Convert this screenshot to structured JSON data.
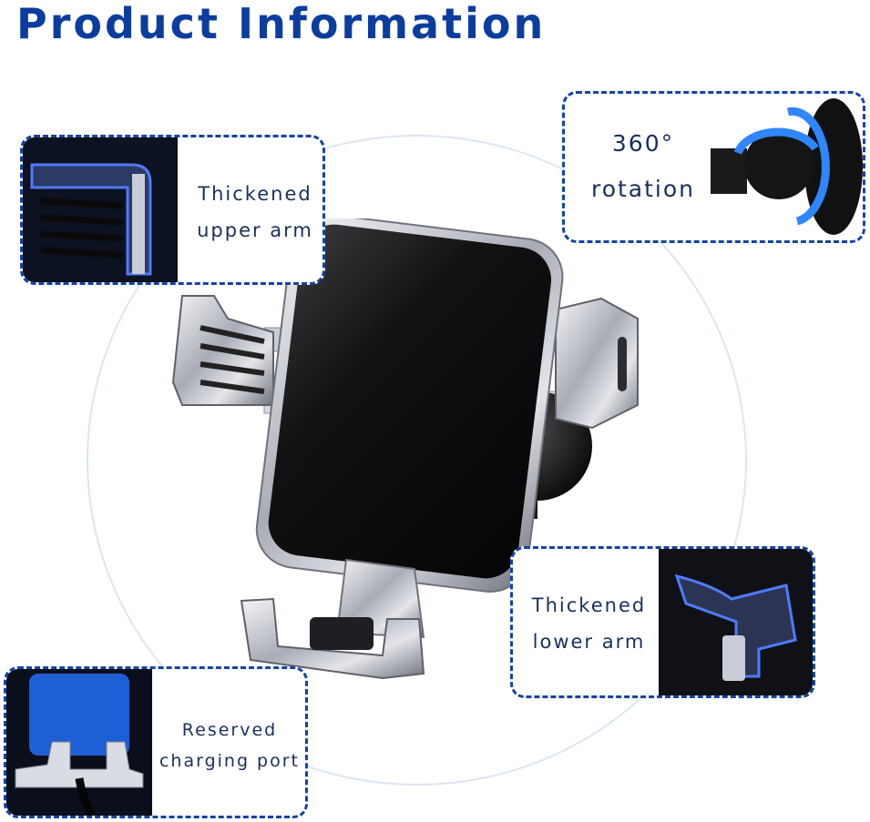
{
  "page": {
    "title": "Product Information"
  },
  "callouts": {
    "upper_arm": {
      "line1": "Thickened",
      "line2": "upper arm"
    },
    "rotation": {
      "line1": "360°",
      "line2": "rotation"
    },
    "lower_arm": {
      "line1": "Thickened",
      "line2": "lower arm"
    },
    "charging": {
      "line1": "Reserved",
      "line2": "charging port"
    }
  },
  "colors": {
    "accent": "#1443a6",
    "title": "#0b3d9e",
    "text": "#1b2f5a"
  }
}
